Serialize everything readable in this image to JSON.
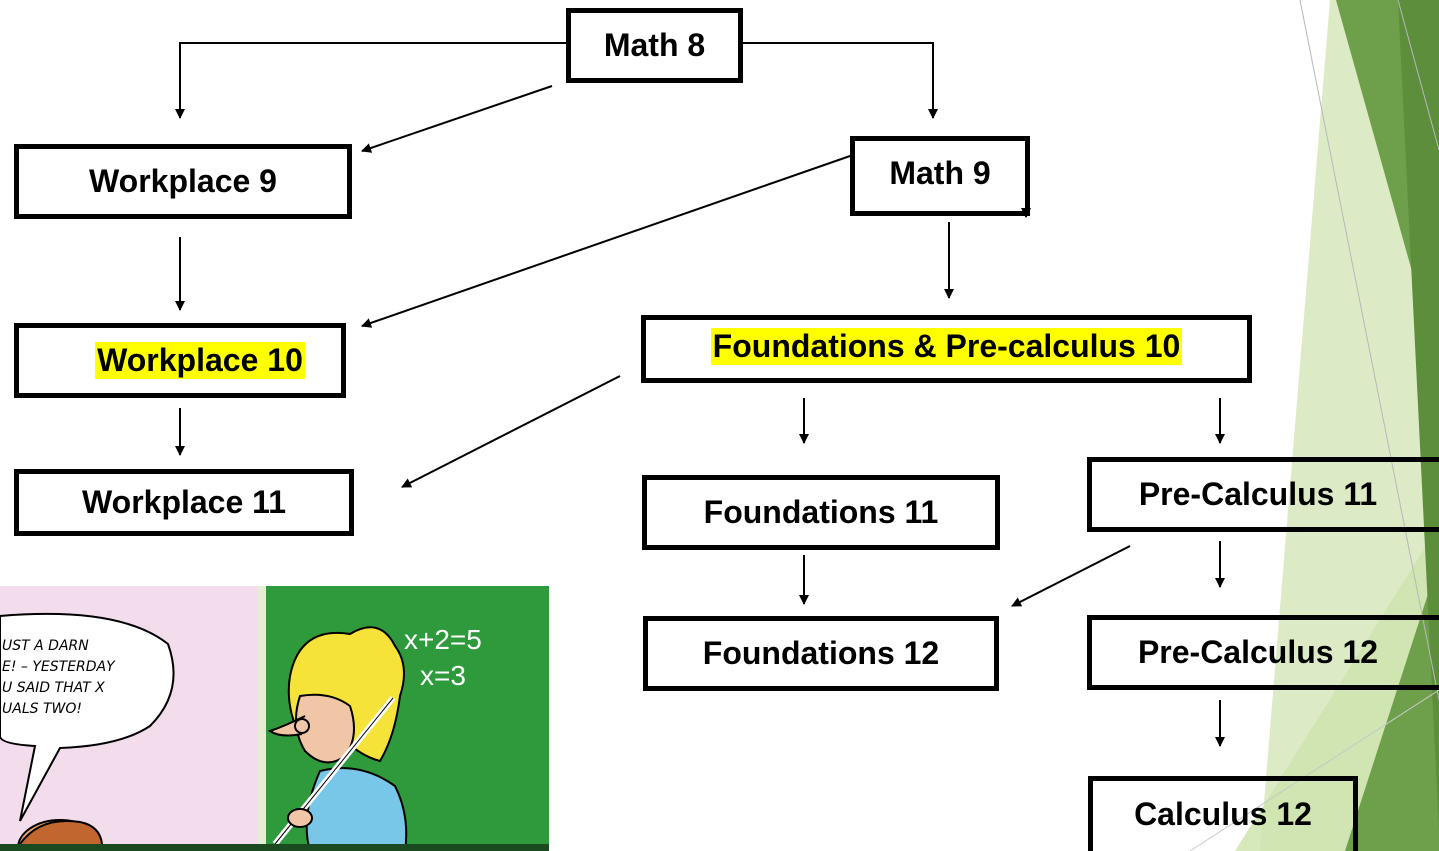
{
  "nodes": {
    "math8": "Math 8",
    "workplace9": "Workplace 9",
    "math9": "Math 9",
    "workplace10": "Workplace 10",
    "foundations_precalc10": "Foundations & Pre-calculus 10",
    "workplace11": "Workplace 11",
    "foundations11": "Foundations 11",
    "precalc11": "Pre-Calculus 11",
    "foundations12": "Foundations 12",
    "precalc12": "Pre-Calculus 12",
    "calculus12": "Calculus 12"
  },
  "highlighted": [
    "workplace10",
    "foundations_precalc10"
  ],
  "colors": {
    "highlight": "#ffff00",
    "chalkboard": "#2e9a3c",
    "theme_green_dark": "#5c9a3a",
    "theme_green_light": "#c9e0a5"
  },
  "cartoon": {
    "speech": [
      "UST A DARN",
      "E! – YESTERDAY",
      "U SAID THAT X",
      "UALS TWO!"
    ],
    "board_line1": "x+2=5",
    "board_line2": "x=3"
  }
}
